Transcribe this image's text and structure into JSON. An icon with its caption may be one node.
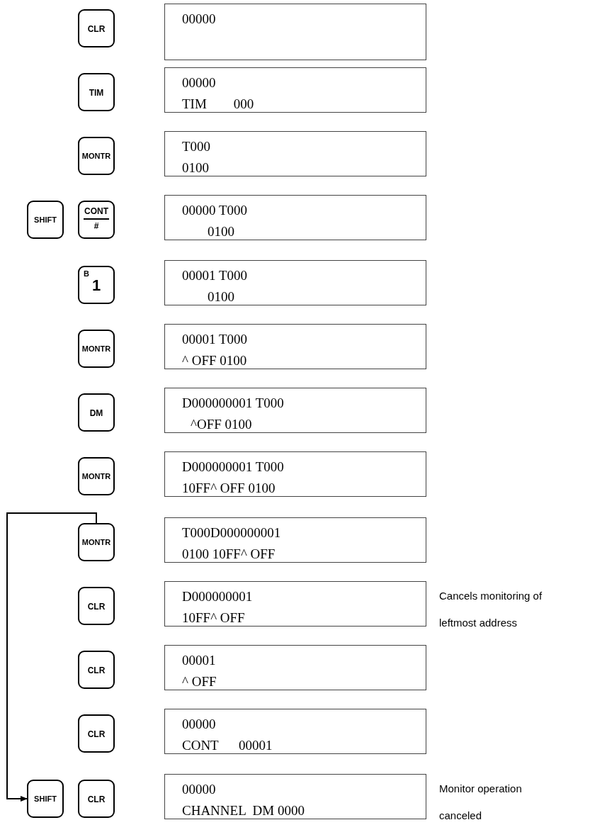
{
  "diagram": {
    "nodes": [
      {
        "text": [
          "CLR"
        ]
      },
      {
        "text": [
          "00000"
        ]
      },
      {
        "text": [
          "TIM"
        ]
      },
      {
        "text": [
          "00000",
          "TIM        000"
        ]
      },
      {
        "text": [
          "MONTR"
        ]
      },
      {
        "text": [
          "T000",
          "0100"
        ]
      },
      {
        "text": [
          "SHIFT"
        ]
      },
      {
        "text": [
          "CONT",
          "#"
        ]
      },
      {
        "text": [
          "00000 T000",
          "0100"
        ]
      },
      {
        "text": [
          "B",
          "1"
        ]
      },
      {
        "text": [
          "00001 T000",
          "0100"
        ]
      },
      {
        "text": [
          "MONTR"
        ]
      },
      {
        "text": [
          "00001 T000",
          "^ OFF 0100"
        ]
      },
      {
        "text": [
          "DM"
        ]
      },
      {
        "text": [
          "D000000001 T000",
          "^OFF 0100"
        ]
      },
      {
        "text": [
          "MONTR"
        ]
      },
      {
        "text": [
          "D000000001 T000",
          "10FF^ OFF 0100"
        ]
      },
      {
        "text": [
          "MONTR"
        ]
      },
      {
        "text": [
          "T000D000000001",
          "0100 10FF^ OFF"
        ]
      },
      {
        "text": [
          "CLR"
        ]
      },
      {
        "text": [
          "D000000001",
          "10FF^ OFF"
        ],
        "beside": [
          "Cancels monitoring of",
          "leftmost address"
        ]
      },
      {
        "text": [
          "CLR"
        ]
      },
      {
        "text": [
          "00001",
          "^ OFF"
        ]
      },
      {
        "text": [
          "CLR"
        ]
      },
      {
        "text": [
          "00000",
          "CONT      00001"
        ]
      },
      {
        "text": [
          "SHIFT"
        ]
      },
      {
        "text": [
          "CLR"
        ]
      },
      {
        "text": [
          "00000",
          "CHANNEL  DM 0000"
        ],
        "beside": [
          "Monitor operation",
          "canceled"
        ]
      }
    ],
    "edges": [
      {
        "from": 17,
        "to": 25,
        "arrow": "to"
      }
    ]
  }
}
